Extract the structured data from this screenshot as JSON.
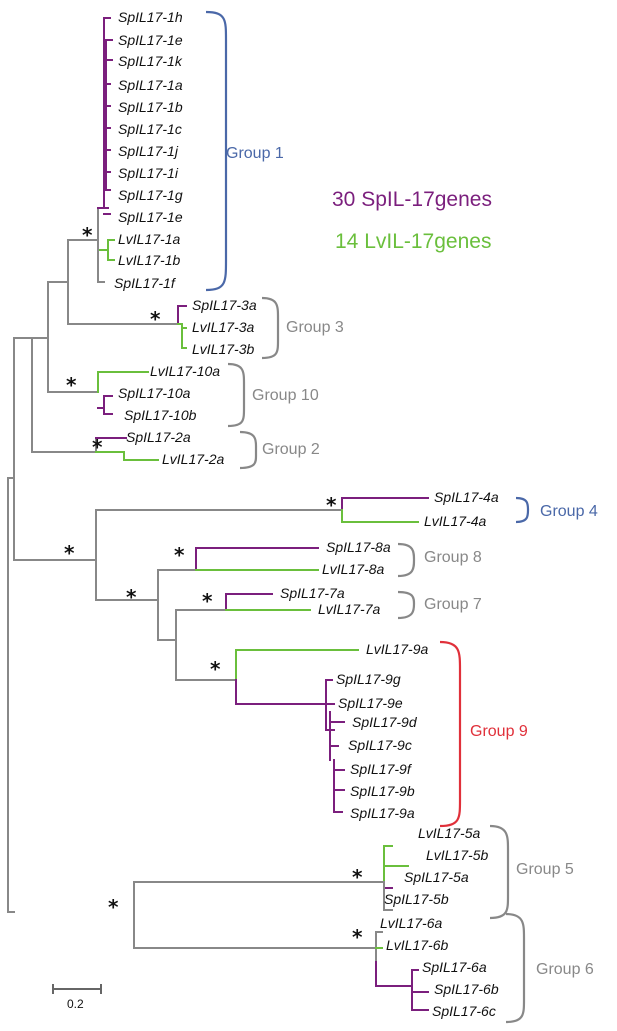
{
  "legend": {
    "sp_label": "30 SpIL-17genes",
    "lv_label": "14 LvIL-17genes"
  },
  "colors": {
    "sp": "#7b1f7d",
    "lv": "#6abf3c",
    "gray": "#888888",
    "blue": "#4a68a8",
    "red": "#e0303a"
  },
  "scale_bar": {
    "label": "0.2"
  },
  "leaves": [
    "SpIL17-1h",
    "SpIL17-1e",
    "SpIL17-1k",
    "SpIL17-1a",
    "SpIL17-1b",
    "SpIL17-1c",
    "SpIL17-1j",
    "SpIL17-1i",
    "SpIL17-1g",
    "SpIL17-1e",
    "LvIL17-1a",
    "LvIL17-1b",
    "SpIL17-1f",
    "SpIL17-3a",
    "LvIL17-3a",
    "LvIL17-3b",
    "LvIL17-10a",
    "SpIL17-10a",
    "SpIL17-10b",
    "SpIL17-2a",
    "LvIL17-2a",
    "SpIL17-4a",
    "LvIL17-4a",
    "SpIL17-8a",
    "LvIL17-8a",
    "SpIL17-7a",
    "LvIL17-7a",
    "LvIL17-9a",
    "SpIL17-9g",
    "SpIL17-9e",
    "SpIL17-9d",
    "SpIL17-9c",
    "SpIL17-9f",
    "SpIL17-9b",
    "SpIL17-9a",
    "LvIL17-5a",
    "LvIL17-5b",
    "SpIL17-5a",
    "SpIL17-5b",
    "LvIL17-6a",
    "LvIL17-6b",
    "SpIL17-6a",
    "SpIL17-6b",
    "SpIL17-6c"
  ],
  "groups": [
    {
      "label": "Group 1",
      "color": "blue"
    },
    {
      "label": "Group 3",
      "color": "gray"
    },
    {
      "label": "Group 10",
      "color": "gray"
    },
    {
      "label": "Group 2",
      "color": "gray"
    },
    {
      "label": "Group 4",
      "color": "blue"
    },
    {
      "label": "Group 8",
      "color": "gray"
    },
    {
      "label": "Group 7",
      "color": "gray"
    },
    {
      "label": "Group 9",
      "color": "red"
    },
    {
      "label": "Group 5",
      "color": "gray"
    },
    {
      "label": "Group 6",
      "color": "gray"
    }
  ],
  "bootstrap_marker": "*"
}
